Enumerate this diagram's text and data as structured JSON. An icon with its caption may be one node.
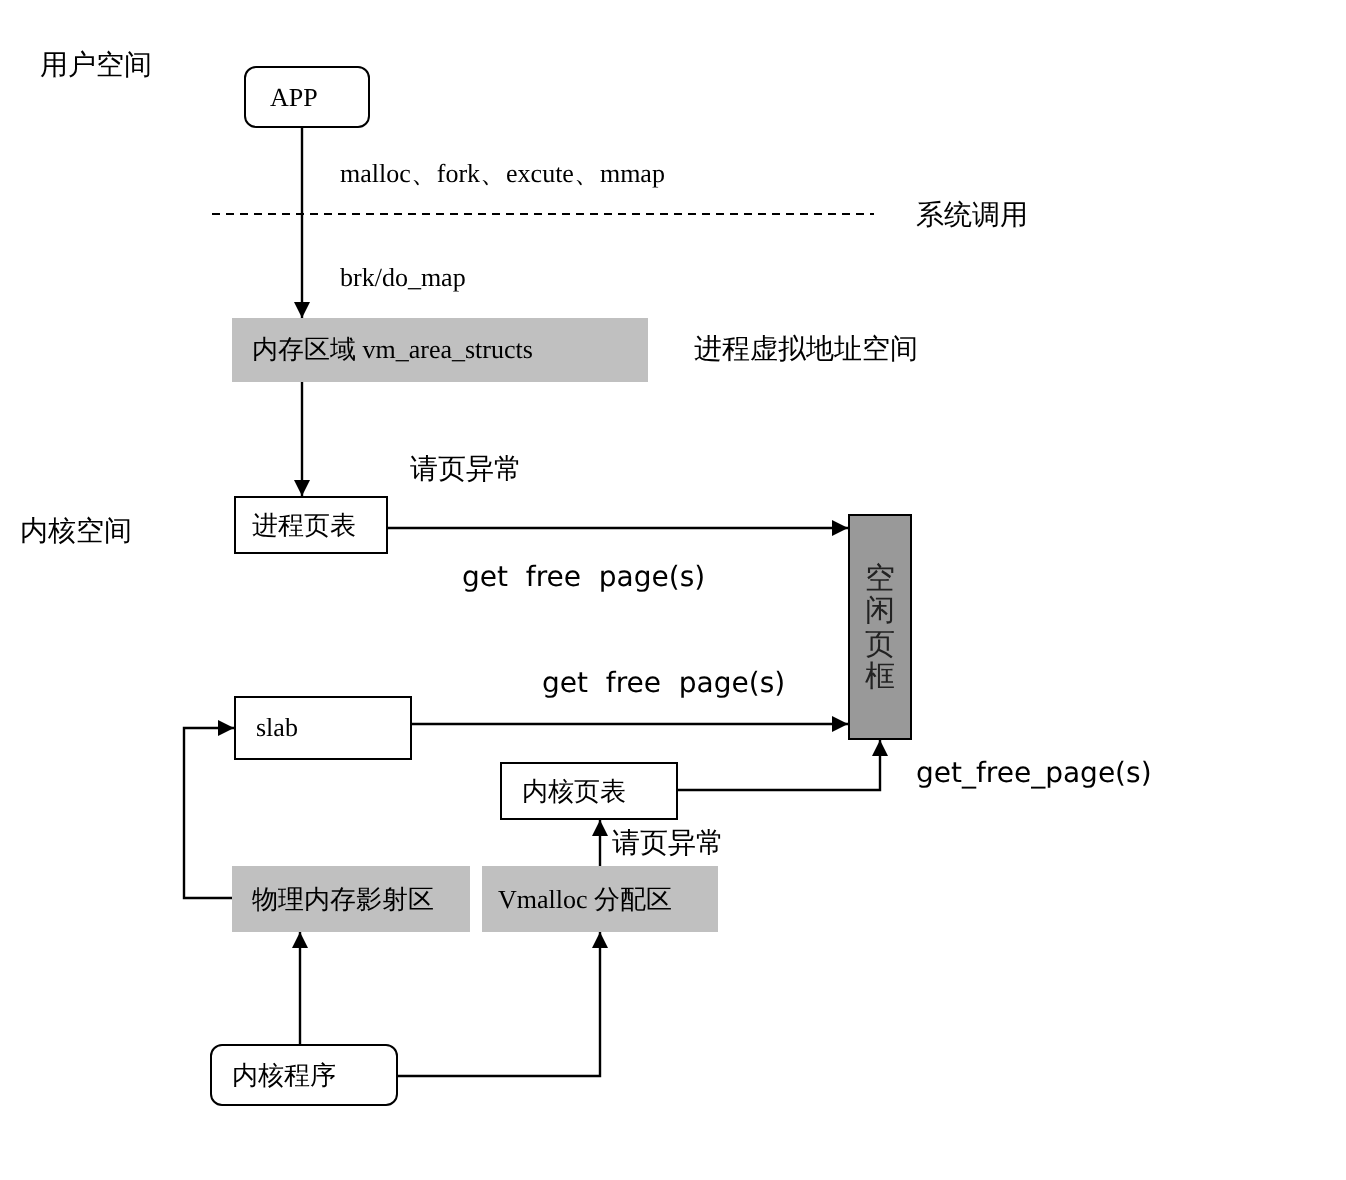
{
  "diagram": {
    "nodes": [
      {
        "text": [
          "APP"
        ]
      },
      {
        "text": [
          "内存区域  vm_area_structs"
        ],
        "beside": [
          "进程虚拟地址空间"
        ]
      },
      {
        "text": [
          "进程页表"
        ]
      },
      {
        "text": [
          "空闲页框"
        ]
      },
      {
        "text": [
          "slab"
        ]
      },
      {
        "text": [
          "内核页表"
        ]
      },
      {
        "text": [
          "物理内存影射区"
        ]
      },
      {
        "text": [
          "Vmalloc 分配区"
        ]
      },
      {
        "text": [
          "内核程序"
        ]
      }
    ],
    "edges": [
      {
        "from": 0,
        "to": 1,
        "arrow": "to",
        "label": "malloc、fork、excute、mmap"
      },
      {
        "from": 1,
        "to": 2,
        "arrow": "to",
        "label": "请页异常"
      },
      {
        "from": 2,
        "to": 3,
        "arrow": "to",
        "label": "get  free  page(s)"
      },
      {
        "from": 4,
        "to": 3,
        "arrow": "to",
        "label": "get  free  page(s)"
      },
      {
        "from": 5,
        "to": 3,
        "arrow": "to",
        "label": "get_free_page(s)"
      },
      {
        "from": 6,
        "to": 4,
        "arrow": "to"
      },
      {
        "from": 7,
        "to": 5,
        "arrow": "to",
        "label": "请页异常"
      },
      {
        "from": 8,
        "to": 6,
        "arrow": "to"
      },
      {
        "from": 8,
        "to": 7,
        "arrow": "to"
      }
    ],
    "labels": [
      "用户空间",
      "系统调用",
      "brk/do_map",
      "内核空间"
    ]
  }
}
